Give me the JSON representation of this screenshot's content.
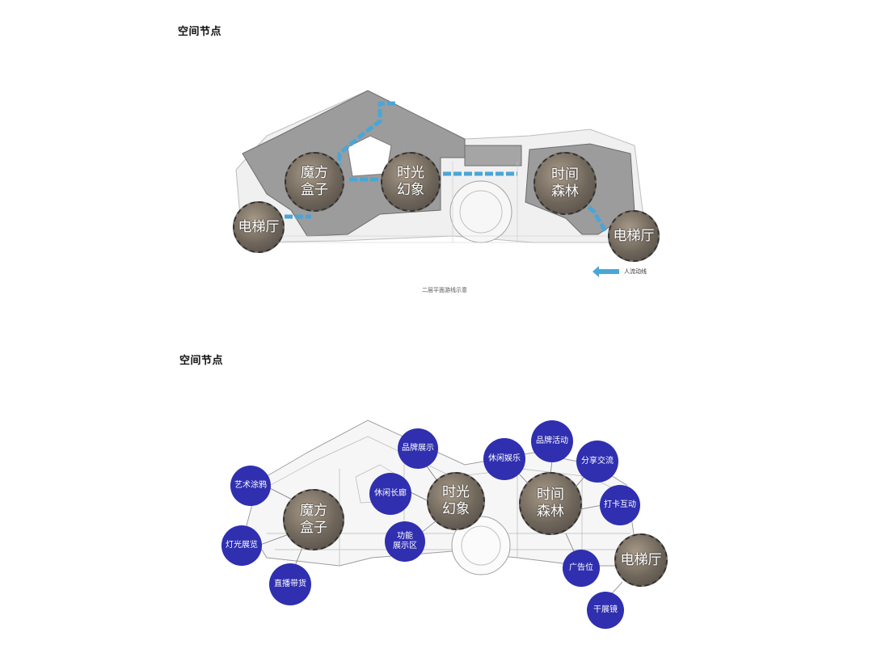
{
  "section1": {
    "title": "空间节点",
    "caption": "二层平面游线示意",
    "legend_label": "人流动线",
    "nodes": [
      {
        "label": "魔方\n盒子"
      },
      {
        "label": "时光\n幻象"
      },
      {
        "label": "时间\n森林"
      },
      {
        "label": "电梯厅"
      },
      {
        "label": "电梯厅"
      }
    ]
  },
  "section2": {
    "title": "空间节点",
    "nodes": [
      {
        "label": "魔方\n盒子"
      },
      {
        "label": "时光\n幻象"
      },
      {
        "label": "时间\n森林"
      },
      {
        "label": "电梯厅"
      }
    ],
    "tags": [
      {
        "label": "艺术涂鸦"
      },
      {
        "label": "灯光展览"
      },
      {
        "label": "直播带货"
      },
      {
        "label": "品牌展示"
      },
      {
        "label": "休闲长廊"
      },
      {
        "label": "功能\n展示区"
      },
      {
        "label": "休闲娱乐"
      },
      {
        "label": "品牌活动"
      },
      {
        "label": "分享交流"
      },
      {
        "label": "打卡互动"
      },
      {
        "label": "广告位"
      },
      {
        "label": "干展镜"
      }
    ]
  },
  "colors": {
    "flow": "#4aa6d6",
    "tag": "#2f2fb0",
    "plan_fill": "#9c9c9c"
  }
}
